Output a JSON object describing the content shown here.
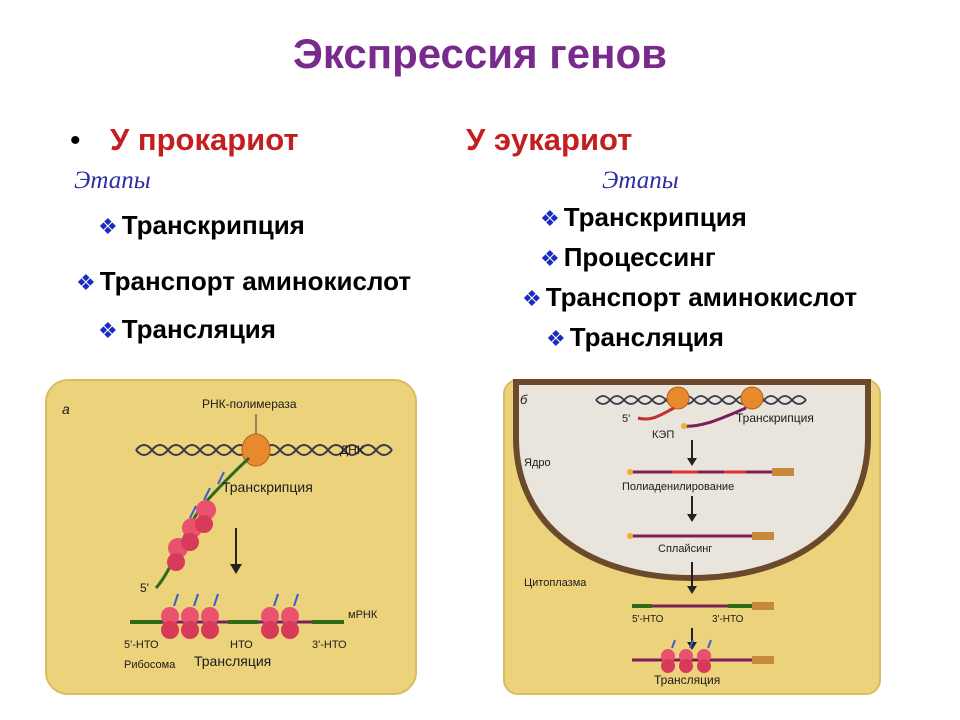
{
  "title": "Экспрессия генов",
  "prokaryote": {
    "heading": "У прокариот",
    "stages_label": "Этапы",
    "stages": [
      "Транскрипция",
      "Транспорт аминокислот",
      "Трансляция"
    ]
  },
  "eukaryote": {
    "heading": "У эукариот",
    "stages_label": "Этапы",
    "stages": [
      "Транскрипция",
      "Процессинг",
      "Транспорт аминокислот",
      "Трансляция"
    ]
  },
  "diagram_a": {
    "panel_letter": "а",
    "rna_polymerase": "РНК-полимераза",
    "dna": "ДНК",
    "transcription": "Транскрипция",
    "five_prime": "5'",
    "mrna": "мРНК",
    "nto5": "5'-НТО",
    "nto": "НТО",
    "nto3": "3'-НТО",
    "ribosome": "Рибосома",
    "translation": "Трансляция"
  },
  "diagram_b": {
    "panel_letter": "б",
    "five_prime": "5'",
    "cap": "КЭП",
    "transcription": "Транскрипция",
    "nucleus": "Ядро",
    "polyadenylation": "Полиаденилирование",
    "splicing": "Сплайсинг",
    "cytoplasm": "Цитоплазма",
    "nto5": "5'-НТО",
    "nto3": "3'-НТО",
    "translation": "Трансляция"
  },
  "colors": {
    "title": "#7a2a8c",
    "heading": "#c41f1f",
    "stage_label": "#2b2fa0",
    "bullet": "#1a2cc0",
    "panel_bg": "#edd27c",
    "nucleus_bg": "#e9e4dc"
  }
}
